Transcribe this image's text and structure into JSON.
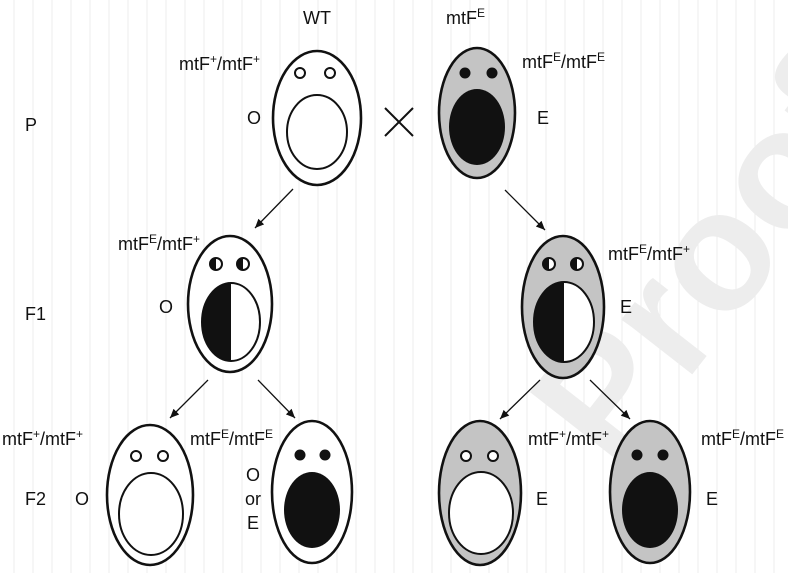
{
  "generations": {
    "p": "P",
    "f1": "F1",
    "f2": "F2"
  },
  "cross_symbol": "×",
  "parents": {
    "wt": {
      "title": "WT",
      "genotype": "mtF+/mtF+",
      "phenotype": "O"
    },
    "mutant": {
      "title": "mtF",
      "title_sup": "E",
      "genotype": "mtFE/mtFE",
      "phenotype": "E"
    }
  },
  "f1": {
    "left": {
      "genotype": "mtFE/mtF+",
      "phenotype": "O"
    },
    "right": {
      "genotype": "mtFE/mtF+",
      "phenotype": "E"
    }
  },
  "f2": {
    "a": {
      "genotype": "mtF+/mtF+",
      "phenotype": "O"
    },
    "b": {
      "genotype": "mtFE/mtFE",
      "phenotype_lines": [
        "O",
        "or",
        "E"
      ]
    },
    "c": {
      "genotype": "mtF+/mtF+",
      "phenotype": "E"
    },
    "d": {
      "genotype": "mtFE/mtFE",
      "phenotype": "E"
    }
  },
  "watermark": "Proof",
  "colors": {
    "cytoplasm_grey": "#c4c4c4",
    "black": "#111111",
    "white": "#ffffff",
    "watermark": "#e9e9e9",
    "stripe": "#ececec"
  }
}
